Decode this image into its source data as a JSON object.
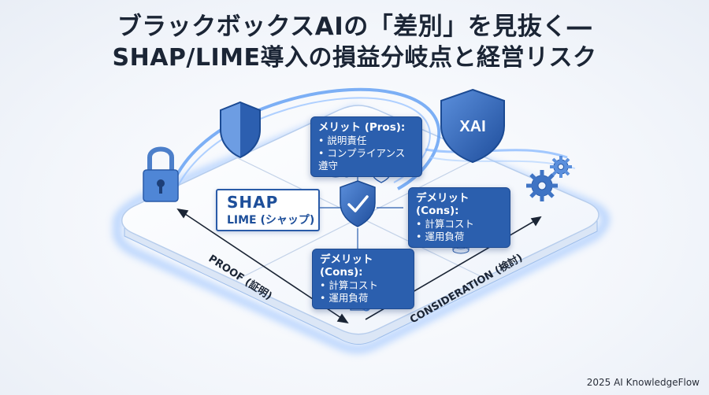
{
  "title": {
    "line1": "ブラックボックスAIの「差別」を見抜く―",
    "line2": "SHAP/LIME導入の損益分岐点と経営リスク"
  },
  "center_tech": {
    "line1": "SHAP",
    "line2": "LIME (シャップ)"
  },
  "pros": {
    "heading": "メリット (Pros):",
    "items": [
      "説明責任",
      "コンプライアンス遵守"
    ]
  },
  "cons_right": {
    "heading": "デメリット (Cons):",
    "items": [
      "計算コスト",
      "運用負荷"
    ]
  },
  "cons_bottom": {
    "heading": "デメリット (Cons):",
    "items": [
      "計算コスト",
      "運用負荷"
    ]
  },
  "axes": {
    "left": "PROOF (証明)",
    "right": "CONSIDERATION (検討)"
  },
  "badge": {
    "xai": "XAI"
  },
  "credit": "2025 AI KnowledgeFlow",
  "colors": {
    "accent": "#2b5fae",
    "glow": "#6aa7ff",
    "text": "#1b2535"
  }
}
